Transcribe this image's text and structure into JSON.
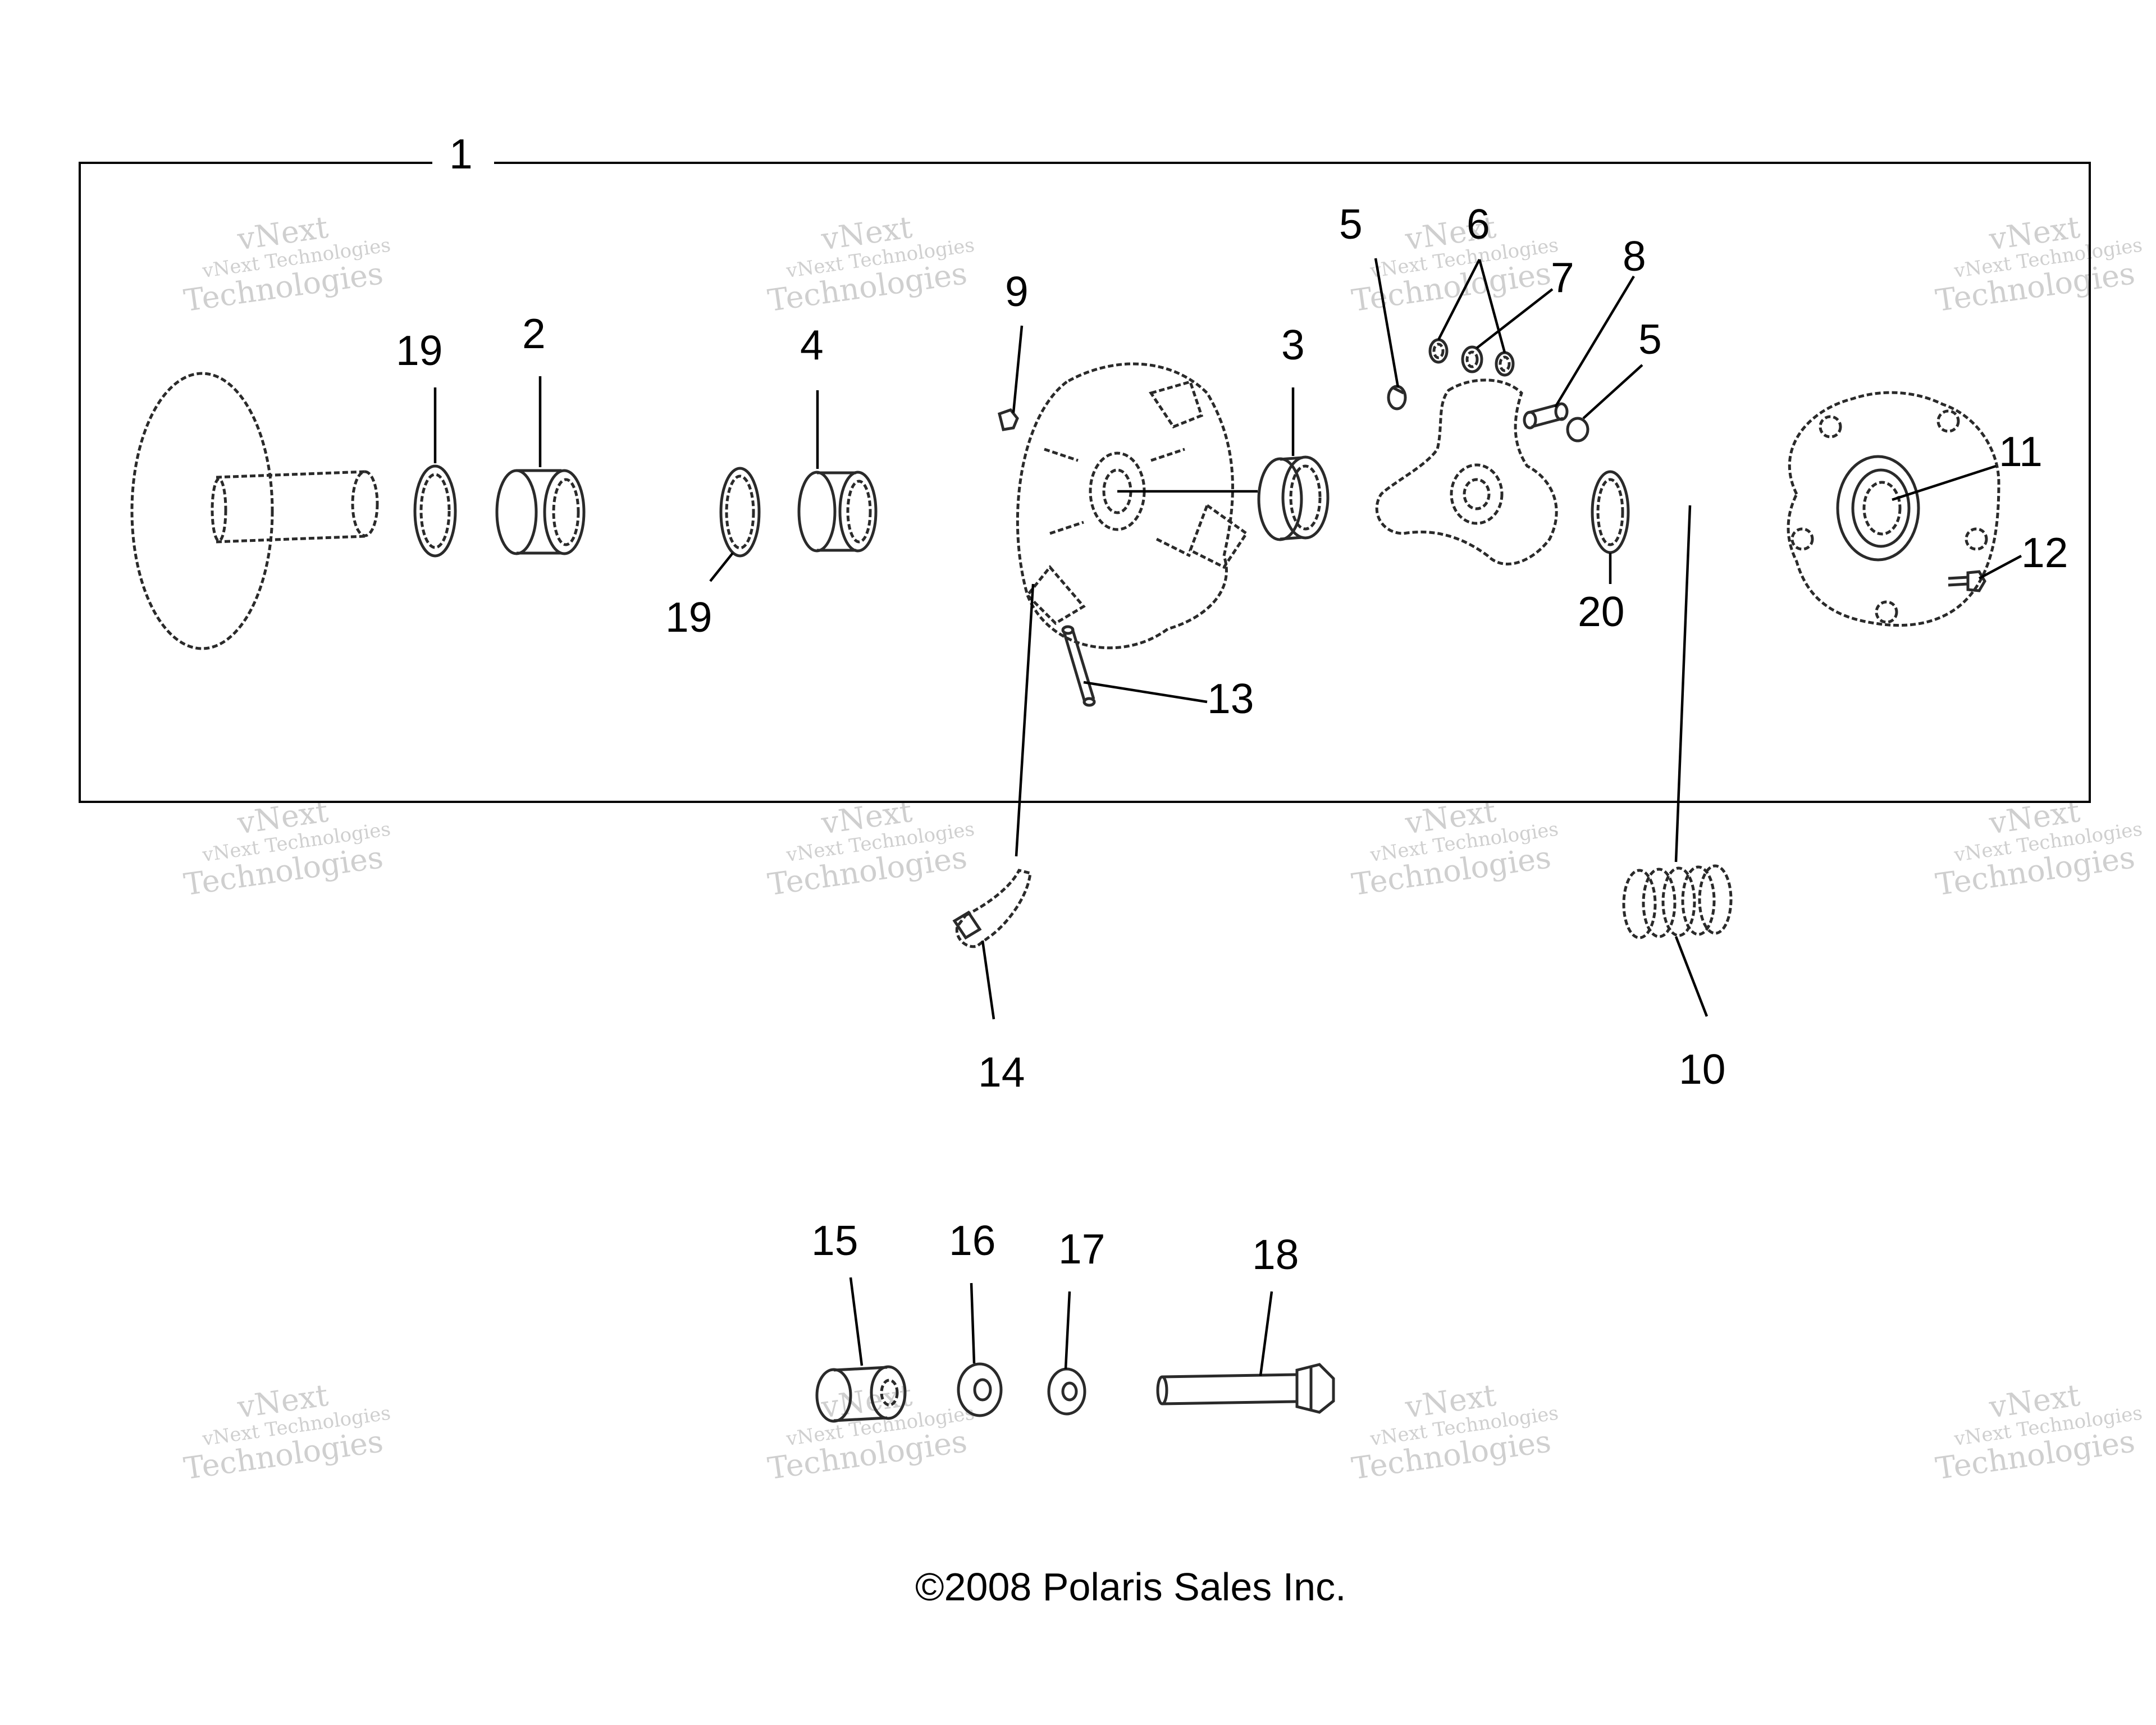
{
  "callouts": {
    "c1": "1",
    "c2": "2",
    "c3": "3",
    "c4": "4",
    "c5a": "5",
    "c5b": "5",
    "c6": "6",
    "c7": "7",
    "c8": "8",
    "c9": "9",
    "c10": "10",
    "c11": "11",
    "c12": "12",
    "c13": "13",
    "c14": "14",
    "c15": "15",
    "c16": "16",
    "c17": "17",
    "c18": "18",
    "c19a": "19",
    "c19b": "19",
    "c20": "20"
  },
  "watermark": {
    "line1": "vNext",
    "line2": "vNext Technologies",
    "line3": "Technologies"
  },
  "copyright": "©2008 Polaris Sales Inc."
}
